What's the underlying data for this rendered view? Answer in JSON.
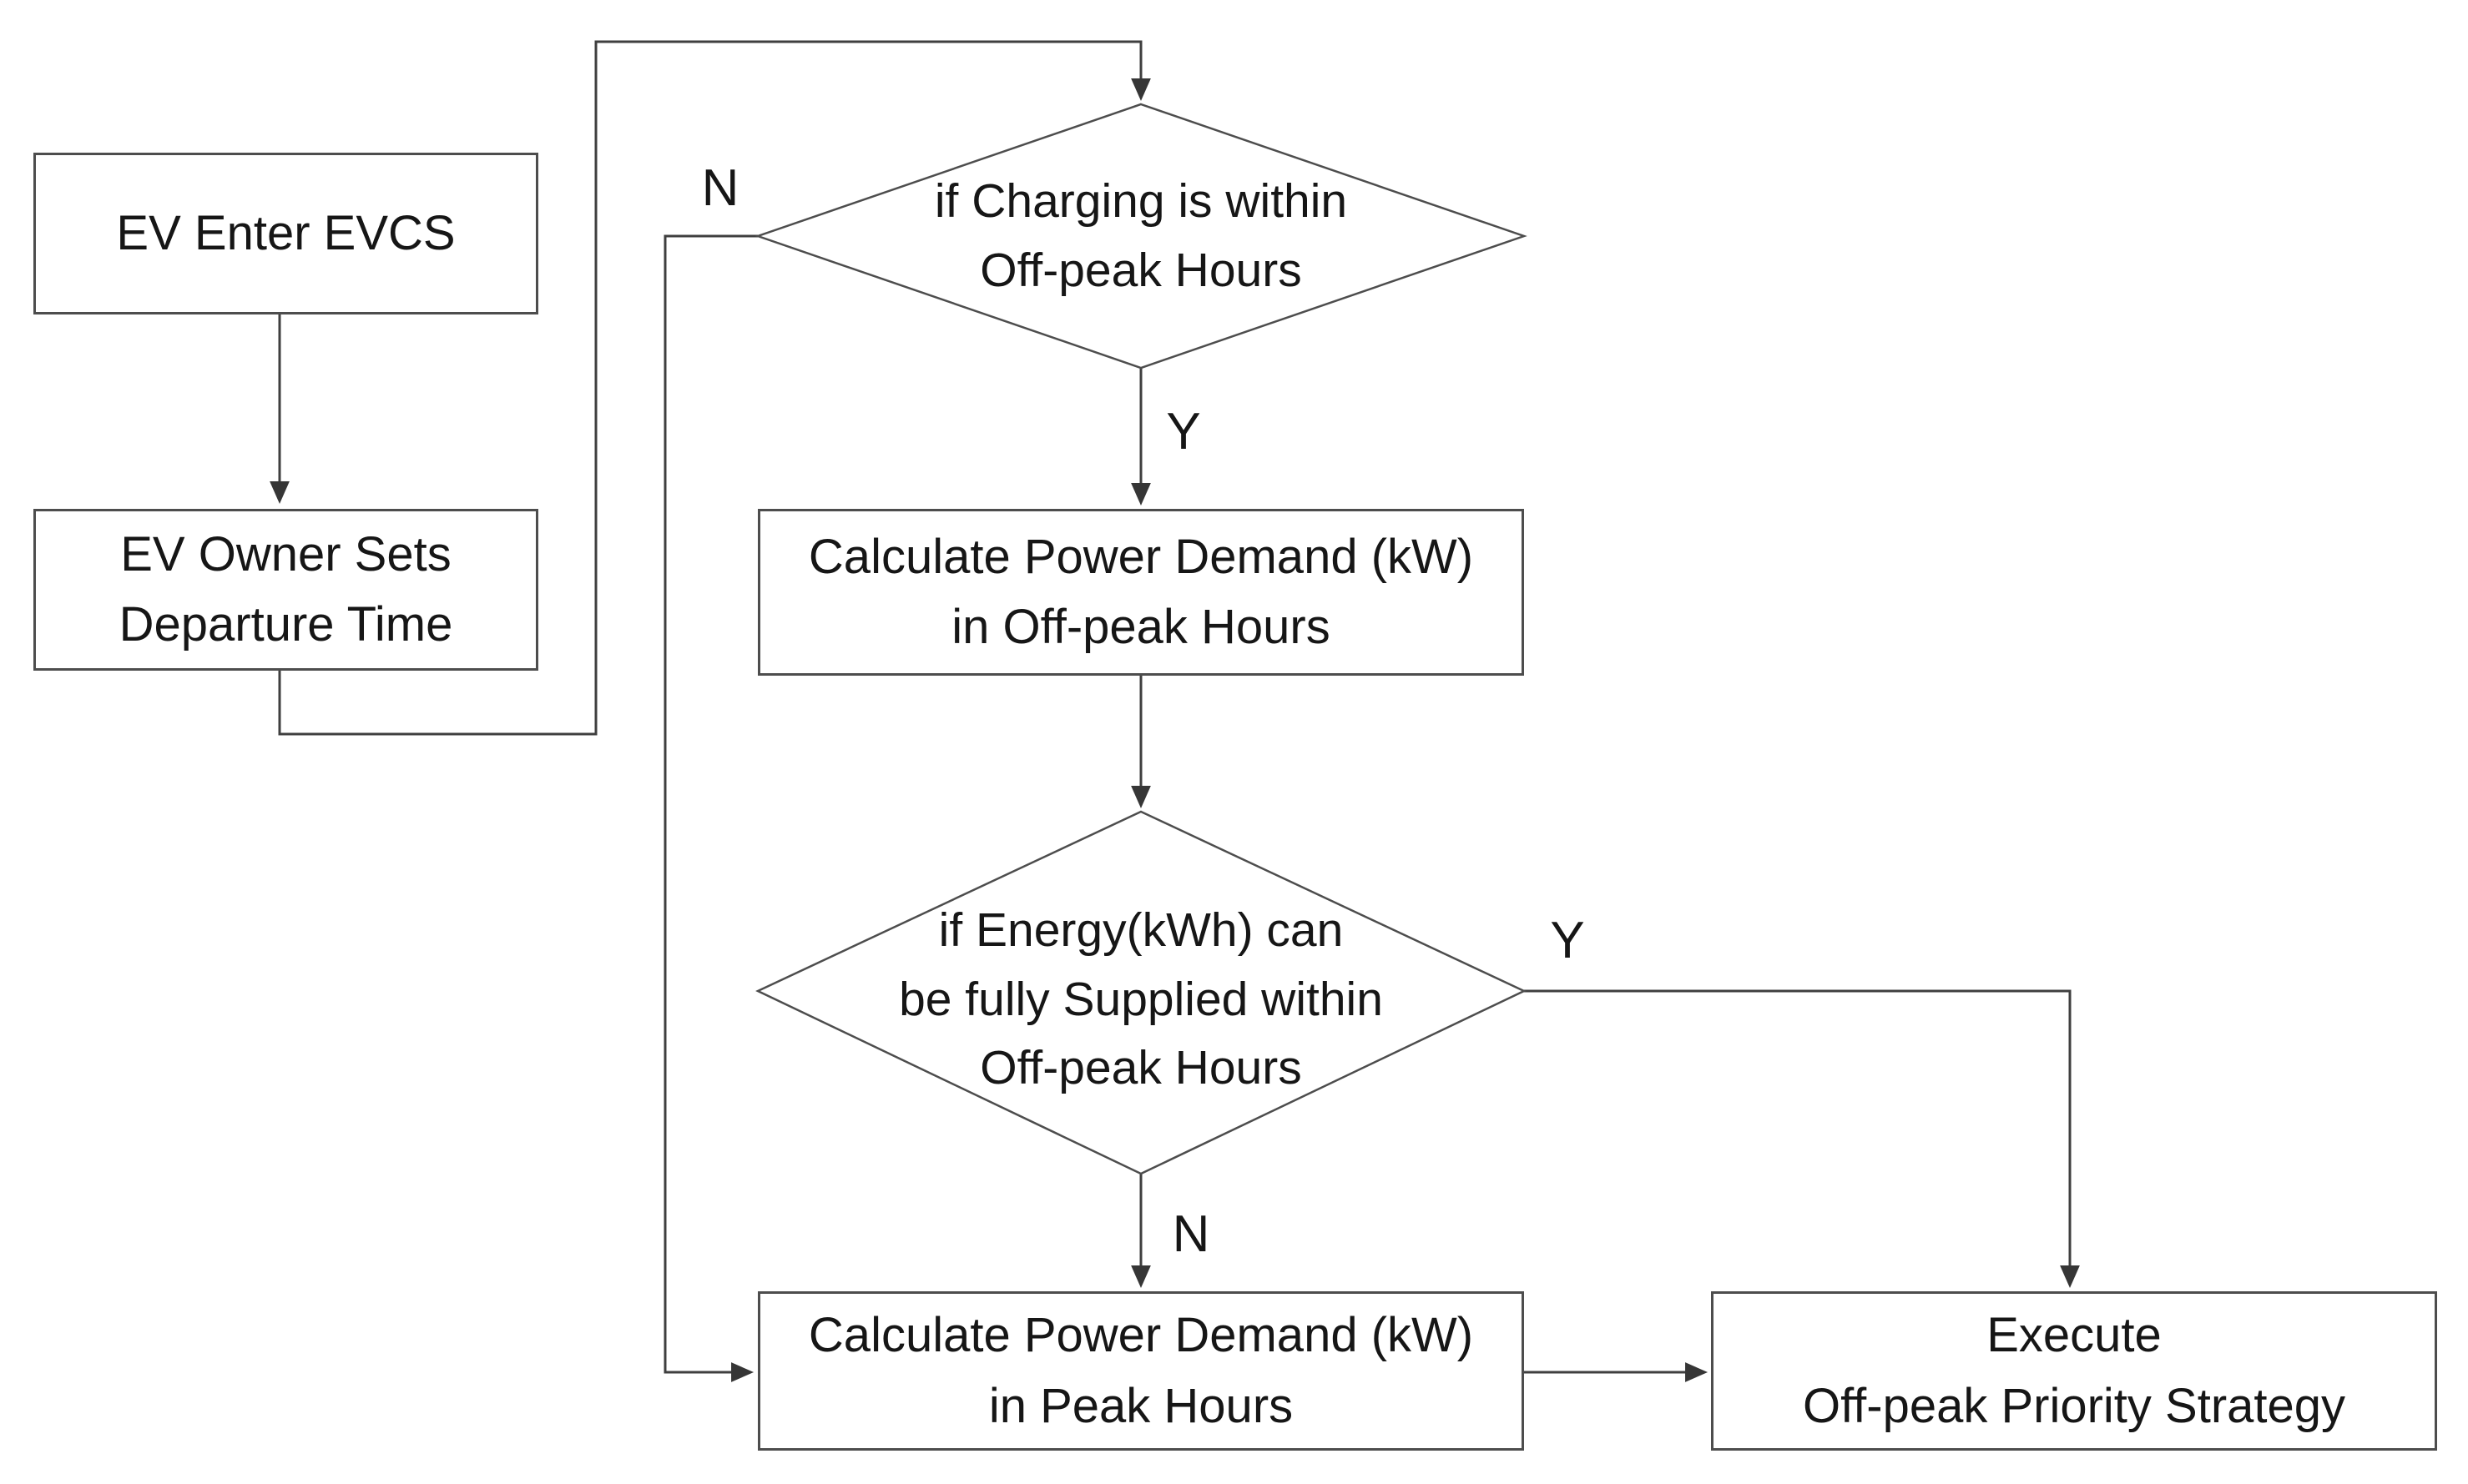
{
  "figure": {
    "background": "#ffffff",
    "colors": {
      "connector": "#3f3f3f",
      "arrowhead": "#363636",
      "node_border": "#4d4d4d",
      "node_fill": "#ffffff",
      "text": "#161616"
    },
    "nodes": {
      "start": {
        "type": "process",
        "lines": [
          "EV Enter EVCS"
        ]
      },
      "set_departure": {
        "type": "process",
        "lines": [
          "EV Owner Sets",
          "Departure Time"
        ]
      },
      "decision_offpeak_window": {
        "type": "decision",
        "lines": [
          "if Charging is within",
          "Off-peak Hours"
        ]
      },
      "calc_offpeak": {
        "type": "process",
        "lines": [
          "Calculate Power Demand (kW)",
          "in Off-peak Hours"
        ]
      },
      "decision_energy_supplied": {
        "type": "decision",
        "lines": [
          "if Energy(kWh) can",
          "be fully Supplied within",
          "Off-peak Hours"
        ]
      },
      "calc_peak": {
        "type": "process",
        "lines": [
          "Calculate Power Demand (kW)",
          "in Peak Hours"
        ]
      },
      "execute_strategy": {
        "type": "process",
        "lines": [
          "Execute",
          "Off-peak Priority Strategy"
        ]
      }
    },
    "branch_labels": {
      "decision1_no": "N",
      "decision1_yes": "Y",
      "decision2_yes": "Y",
      "decision2_no": "N"
    }
  }
}
